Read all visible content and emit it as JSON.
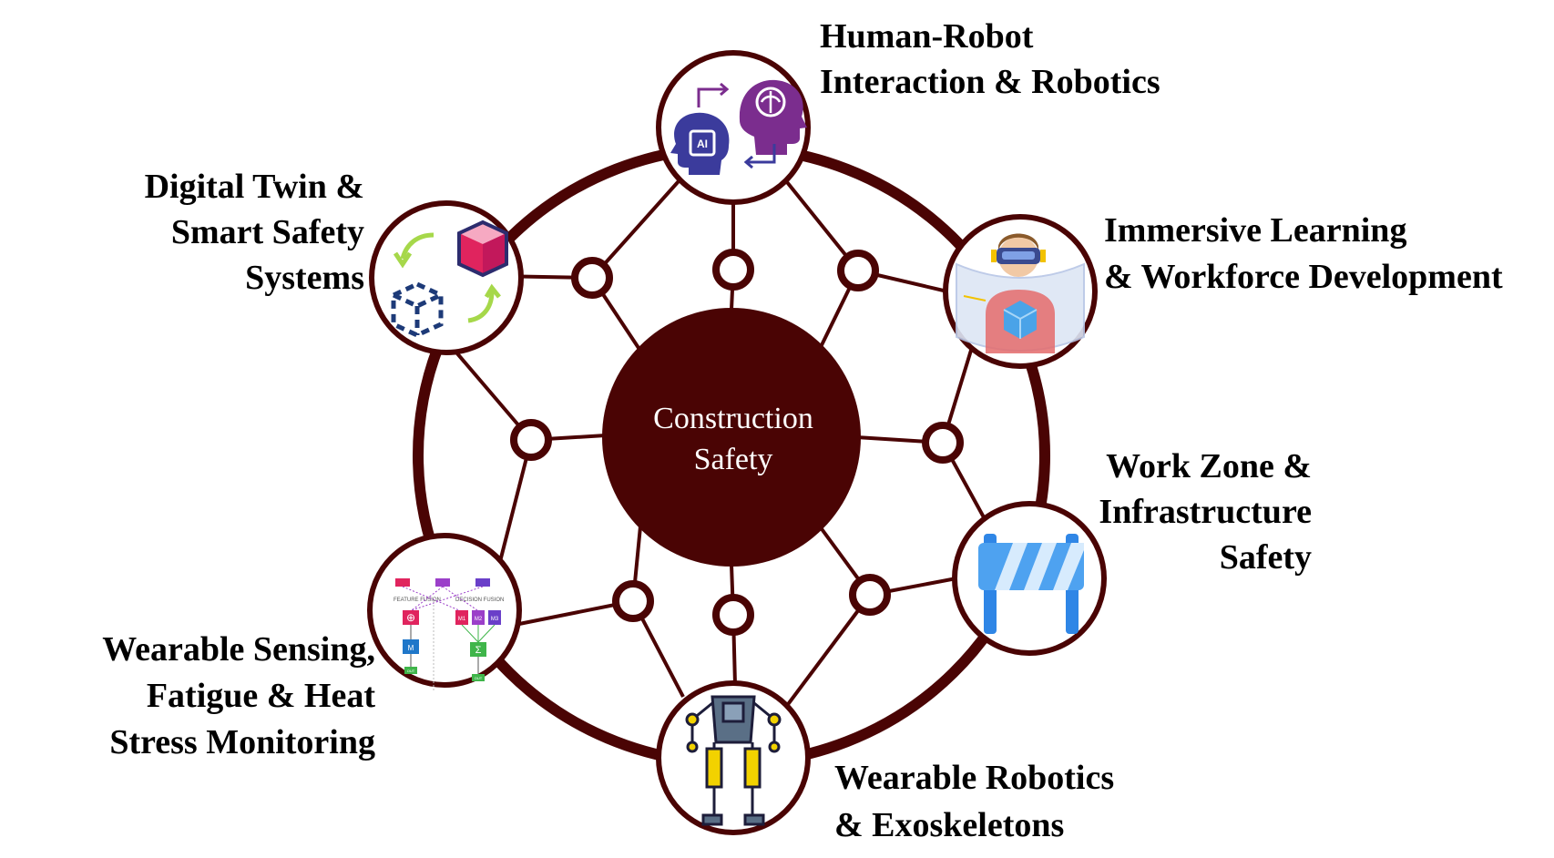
{
  "colors": {
    "ring": "#4a0404",
    "hub": "#4a0404",
    "node_border": "#4a0404",
    "node_fill": "#ffffff",
    "label_text": "#000000",
    "center_text": "#ffffff"
  },
  "center": {
    "line1": "Construction",
    "line2": "Safety"
  },
  "nodes": [
    {
      "id": "human-robot",
      "icon": "ai-brain-icon",
      "lines": [
        "Human-Robot",
        "Interaction & Robotics"
      ]
    },
    {
      "id": "immersive-learning",
      "icon": "vr-headset-worker-icon",
      "lines": [
        "Immersive Learning",
        "& Workforce Development"
      ]
    },
    {
      "id": "work-zone",
      "icon": "road-barrier-icon",
      "lines": [
        "Work Zone &",
        "Infrastructure",
        "Safety"
      ]
    },
    {
      "id": "wearable-robotics",
      "icon": "exoskeleton-robot-icon",
      "lines": [
        "Wearable Robotics",
        "& Exoskeletons"
      ]
    },
    {
      "id": "wearable-sensing",
      "icon": "sensor-fusion-flowchart-icon",
      "lines": [
        "Wearable Sensing,",
        "Fatigue & Heat",
        "Stress Monitoring"
      ]
    },
    {
      "id": "digital-twin",
      "icon": "digital-twin-cube-icon",
      "lines": [
        "Digital Twin &",
        "Smart Safety",
        "Systems"
      ]
    }
  ],
  "sensor_icon_text": {
    "feature_fusion": "FEATURE FUSION",
    "decision_fusion": "DECISION FUSION",
    "m": "M",
    "m1": "M1",
    "m2": "M2",
    "m3": "M3",
    "out": "OUT",
    "ai_chip": "AI"
  }
}
